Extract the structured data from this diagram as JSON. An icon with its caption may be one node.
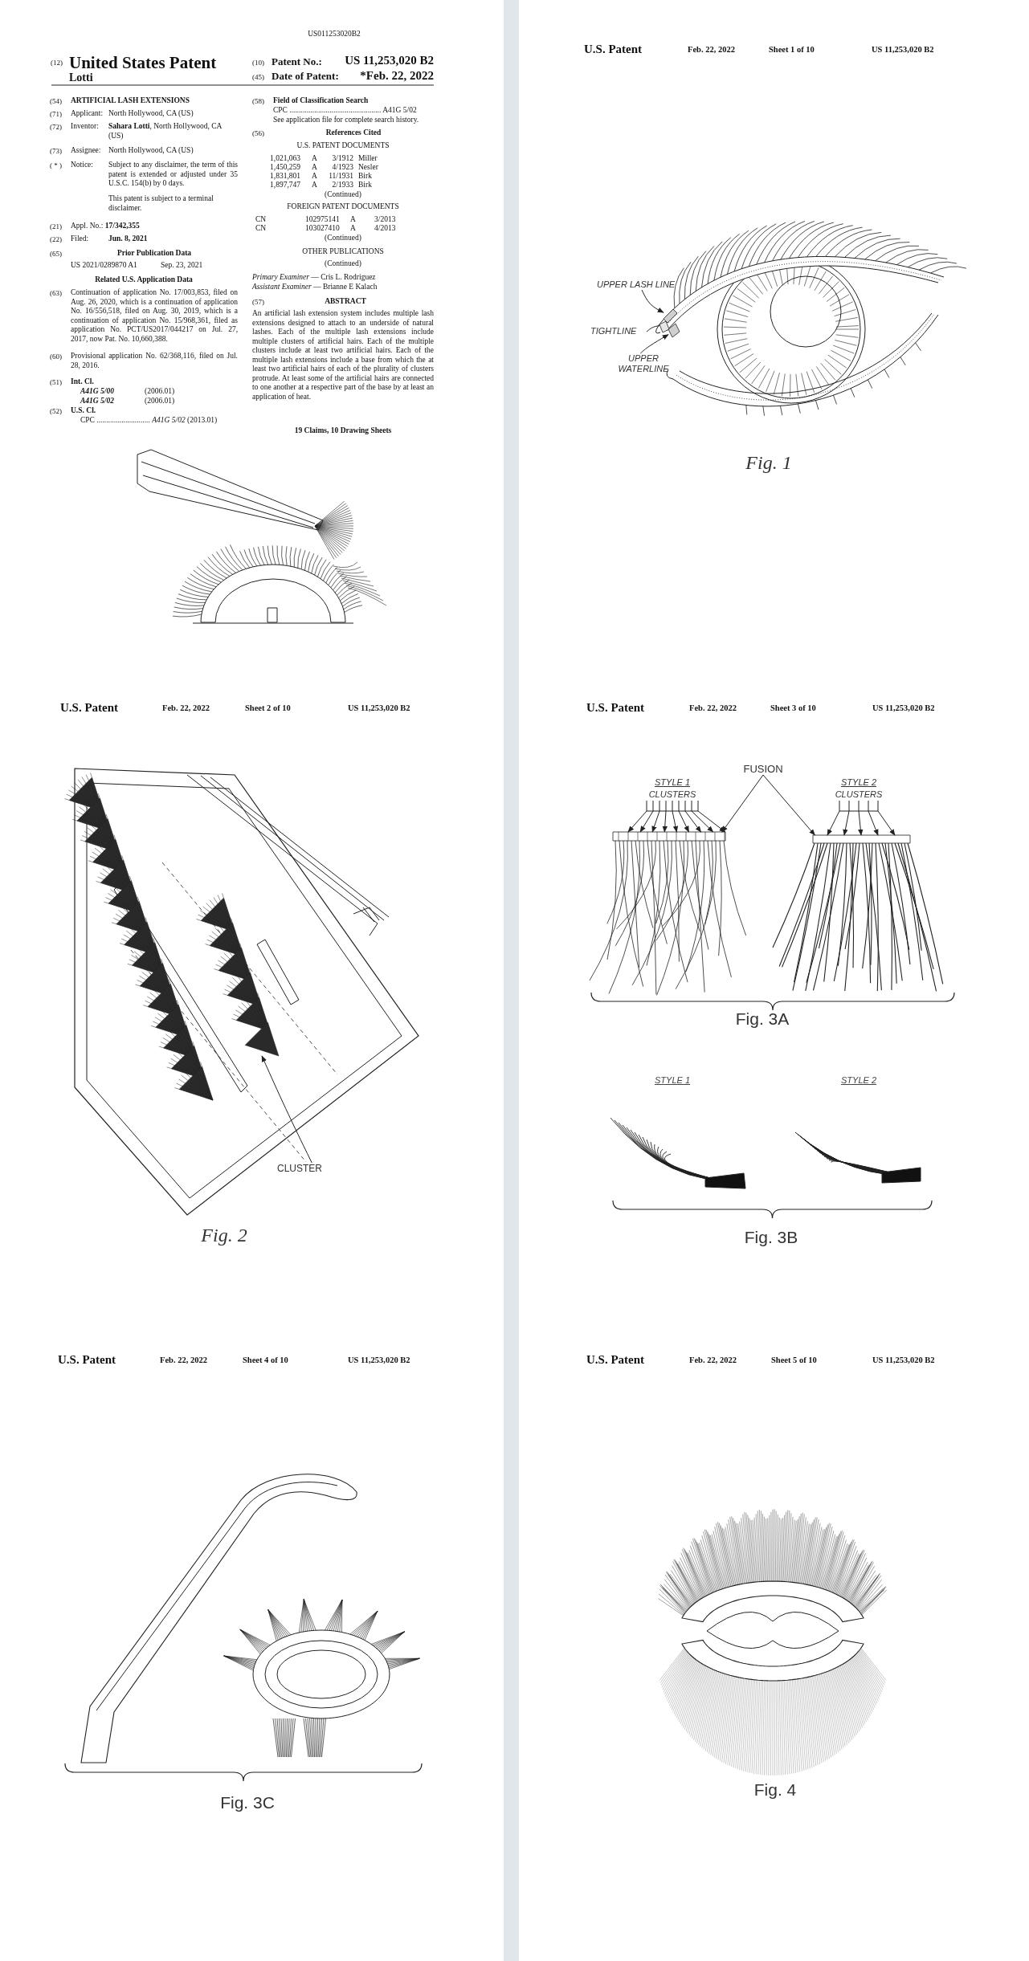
{
  "diagram": {
    "nodes": [
      {
        "text": [
          "UPPER LASH LINE"
        ]
      },
      {
        "text": [
          "TIGHTLINE"
        ]
      },
      {
        "text": [
          "UPPER WATERLINE"
        ]
      },
      {
        "text": [
          "CLUSTER"
        ]
      },
      {
        "text": [
          "FUSION"
        ]
      },
      {
        "text": [
          "STYLE 1",
          "CLUSTERS"
        ]
      },
      {
        "text": [
          "STYLE 2",
          "CLUSTERS"
        ]
      },
      {
        "text": [],
        "shape": "bar"
      },
      {
        "text": [],
        "shape": "bar"
      },
      {
        "text": [],
        "shape": "bar"
      },
      {
        "text": [],
        "shape": "picture"
      },
      {
        "text": [],
        "shape": "bar"
      },
      {
        "text": [],
        "shape": "bar"
      }
    ],
    "edges": [
      {
        "from": 0,
        "to": 7,
        "arrow": "to"
      },
      {
        "from": 1,
        "to": 8,
        "arrow": "none"
      },
      {
        "from": 2,
        "to": 9,
        "arrow": "to"
      },
      {
        "from": 3,
        "to": 10,
        "arrow": "to"
      },
      {
        "from": 4,
        "to": 11,
        "arrow": "to"
      },
      {
        "from": 4,
        "to": 12,
        "arrow": "to"
      },
      {
        "from": 5,
        "to": 11,
        "arrow": "to"
      },
      {
        "from": 5,
        "to": 11,
        "arrow": "to"
      },
      {
        "from": 5,
        "to": 11,
        "arrow": "to"
      },
      {
        "from": 5,
        "to": 11,
        "arrow": "to"
      },
      {
        "from": 5,
        "to": 11,
        "arrow": "to"
      },
      {
        "from": 5,
        "to": 11,
        "arrow": "to"
      },
      {
        "from": 5,
        "to": 11,
        "arrow": "to"
      },
      {
        "from": 5,
        "to": 11,
        "arrow": "to"
      },
      {
        "from": 5,
        "to": 11,
        "arrow": "to"
      },
      {
        "from": 6,
        "to": 12,
        "arrow": "to"
      },
      {
        "from": 6,
        "to": 12,
        "arrow": "to"
      },
      {
        "from": 6,
        "to": 12,
        "arrow": "to"
      },
      {
        "from": 6,
        "to": 12,
        "arrow": "to"
      },
      {
        "from": 6,
        "to": 12,
        "arrow": "to"
      }
    ],
    "labels": [
      "US011253020B2",
      "(12)",
      "United States Patent",
      "Lotti",
      "(10)",
      "Patent No.:",
      "US 11,253,020 B2",
      "(45)",
      "Date of Patent:",
      "*Feb. 22, 2022",
      "(54)",
      "ARTIFICIAL LASH EXTENSIONS",
      "(71)",
      "Applicant:",
      "North Hollywood, CA (US)",
      "(72)",
      "Inventor:",
      "**Sahara Lotti**, North Hollywood, CA (US)",
      "(73)",
      "Assignee:",
      "North Hollywood, CA (US)",
      "( * )",
      "Notice:",
      "Subject to any disclaimer, the term of this patent is extended or adjusted under 35 U.S.C. 154(b) by 0 days.",
      "This patent is subject to a terminal disclaimer.",
      "(21)",
      "Appl. No.: **17/342,355**",
      "(22)",
      "Filed:",
      "Jun. 8, 2021",
      "(65)",
      "Prior Publication Data",
      "US 2021/0289870 A1",
      "Sep. 23, 2021",
      "Related U.S. Application Data",
      "(63)",
      "Continuation of application No. 17/003,853, filed on Aug. 26, 2020, which is a continuation of application No. 16/556,518, filed on Aug. 30, 2019, which is a continuation of application No. 15/968,361, filed as application No. PCT/US2017/044217 on Jul. 27, 2017, now Pat. No. 10,660,388.",
      "(60)",
      "Provisional application No. 62/368,116, filed on Jul. 28, 2016.",
      "(51)",
      "Int. Cl.",
      "A41G 5/00",
      "(2006.01)",
      "A41G 5/02",
      "(2006.01)",
      "(52)",
      "U.S. Cl.",
      "CPC ............................ *A41G 5/02* (2013.01)",
      "(58)",
      "Field of Classification Search",
      "CPC ................................................ A41G 5/02",
      "See application file for complete search history.",
      "(56)",
      "References Cited",
      "U.S. PATENT DOCUMENTS",
      "1,021,063",
      "A",
      "3/1912",
      "Miller",
      "1,450,259",
      "A",
      "4/1923",
      "Nesler",
      "1,831,801",
      "A",
      "11/1931",
      "Birk",
      "1,897,747",
      "A",
      "2/1933",
      "Birk",
      "(Continued)",
      "FOREIGN PATENT DOCUMENTS",
      "CN",
      "102975141",
      "A",
      "3/2013",
      "CN",
      "103027410",
      "A",
      "4/2013",
      "(Continued)",
      "OTHER PUBLICATIONS",
      "(Continued)",
      "*Primary Examiner* — Cris L. Rodriguez",
      "*Assistant Examiner* — Brianne E Kalach",
      "(57)",
      "ABSTRACT",
      "An artificial lash extension system includes multiple lash extensions designed to attach to an underside of natural lashes. Each of the multiple lash extensions include multiple clusters of artificial hairs. Each of the multiple clusters include at least two artificial hairs. Each of the multiple lash extensions include a base from which the at least two artificial hairs of each of the plurality of clusters protrude. At least some of the artificial hairs are connected to one another at a respective part of the base by at least an application of heat.",
      "19 Claims, 10 Drawing Sheets",
      "U.S. Patent",
      "Feb. 22, 2022",
      "Sheet 1 of 10",
      "US 11,253,020 B2",
      "Fig. 1",
      "U.S. Patent",
      "Feb. 22, 2022",
      "Sheet 2 of 10",
      "US 11,253,020 B2",
      "Fig. 2",
      "U.S. Patent",
      "Feb. 22, 2022",
      "Sheet 3 of 10",
      "US 11,253,020 B2",
      "Fig. 3A",
      "STYLE 1",
      "STYLE 2",
      "Fig. 3B",
      "U.S. Patent",
      "Feb. 22, 2022",
      "Sheet 4 of 10",
      "US 11,253,020 B2",
      "Fig. 3C",
      "U.S. Patent",
      "Feb. 22, 2022",
      "Sheet 5 of 10",
      "US 11,253,020 B2",
      "Fig. 4"
    ]
  }
}
